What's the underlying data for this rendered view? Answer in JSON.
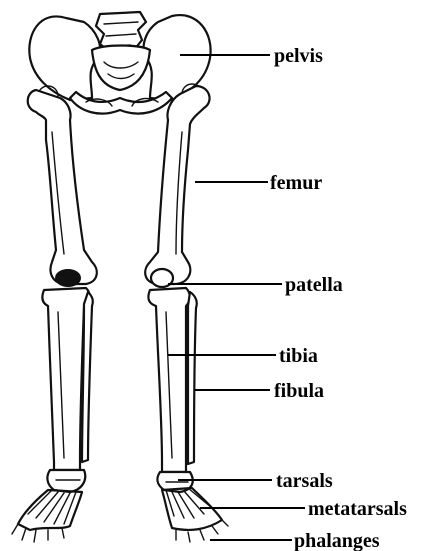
{
  "diagram": {
    "labels": {
      "pelvis": "pelvis",
      "femur": "femur",
      "patella": "patella",
      "tibia": "tibia",
      "fibula": "fibula",
      "tarsals": "tarsals",
      "metatarsals": "metatarsals",
      "phalanges": "phalanges"
    }
  }
}
